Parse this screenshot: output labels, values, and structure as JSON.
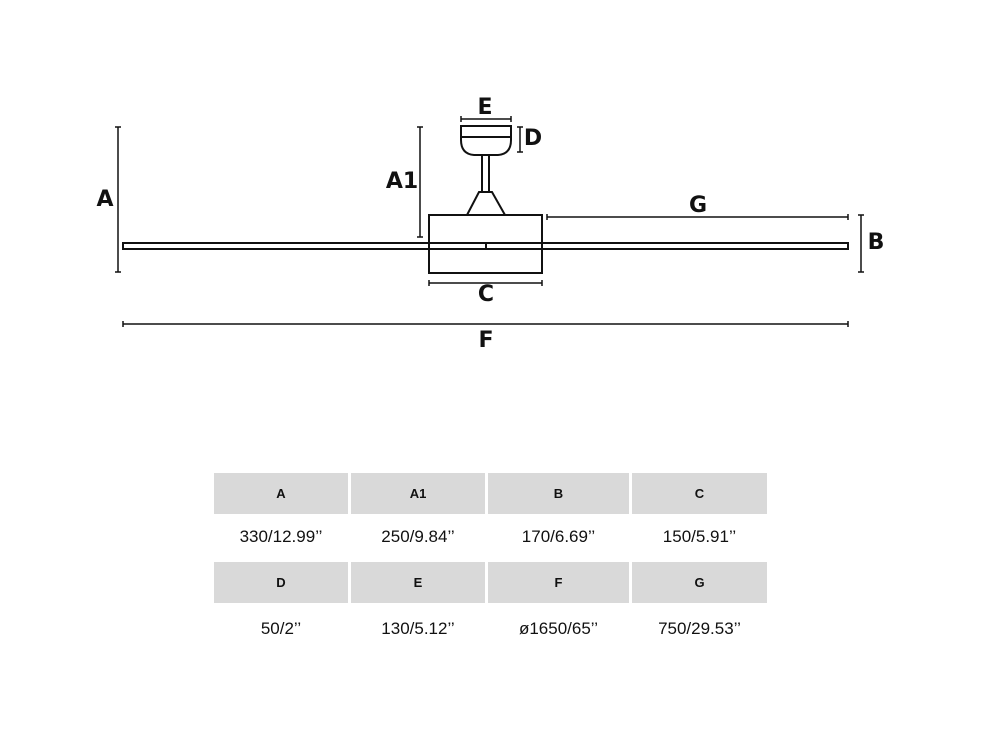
{
  "diagram": {
    "labels": {
      "A": "A",
      "A1": "A1",
      "B": "B",
      "C": "C",
      "D": "D",
      "E": "E",
      "F": "F",
      "G": "G"
    }
  },
  "table": {
    "rows": [
      {
        "headers": [
          "A",
          "A1",
          "B",
          "C"
        ],
        "values": [
          "330/12.99’’",
          "250/9.84’’",
          "170/6.69’’",
          "150/5.91’’"
        ]
      },
      {
        "headers": [
          "D",
          "E",
          "F",
          "G"
        ],
        "values": [
          "50/2’’",
          "130/5.12’’",
          "ø1650/65’’",
          "750/29.53’’"
        ]
      }
    ]
  }
}
